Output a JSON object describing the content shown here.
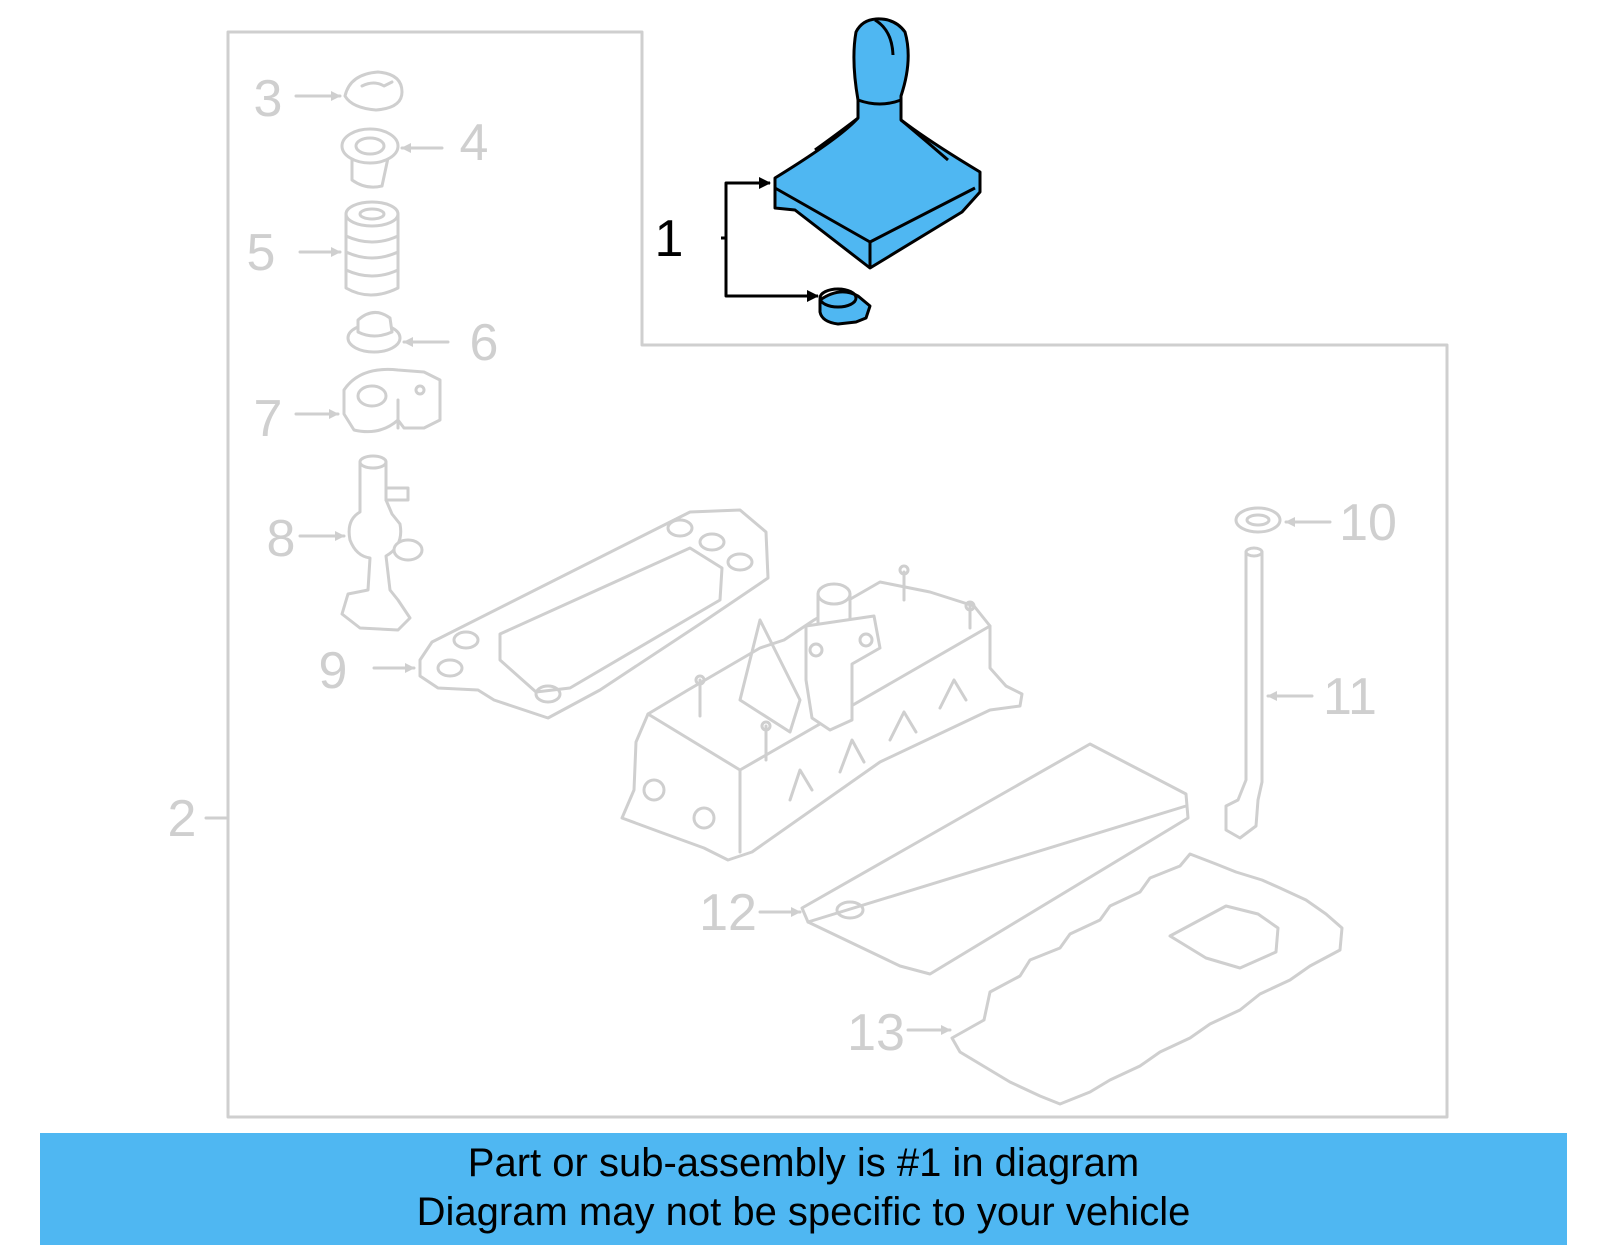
{
  "callouts": {
    "c1": "1",
    "c2": "2",
    "c3": "3",
    "c4": "4",
    "c5": "5",
    "c6": "6",
    "c7": "7",
    "c8": "8",
    "c9": "9",
    "c10": "10",
    "c11": "11",
    "c12": "12",
    "c13": "13"
  },
  "highlight": {
    "part": "1",
    "color": "#4fb7f2"
  },
  "caption": {
    "line1": "Part or sub-assembly is #1 in diagram",
    "line2": "Diagram may not be specific to your vehicle"
  }
}
